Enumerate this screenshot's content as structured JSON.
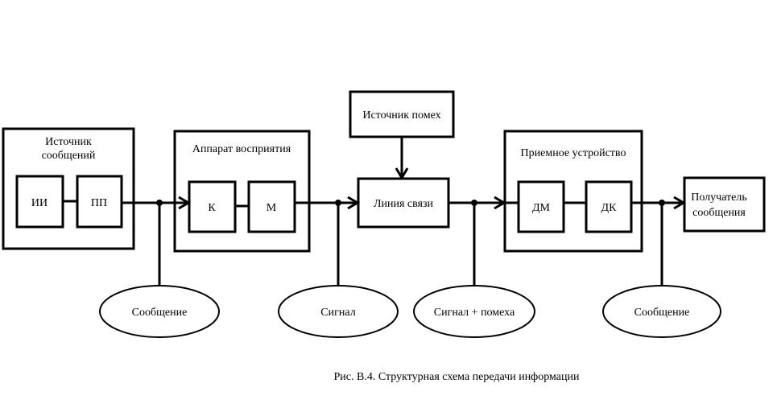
{
  "source": {
    "title_line1": "Источник",
    "title_line2": "сообщений",
    "block1": "ИИ",
    "block2": "ПП"
  },
  "perception": {
    "title": "Аппарат восприятия",
    "block1": "К",
    "block2": "М"
  },
  "noise_source": {
    "label": "Источник помех"
  },
  "channel": {
    "label": "Линия связи"
  },
  "receiver": {
    "title": "Приемное устройство",
    "block1": "ДМ",
    "block2": "ДК"
  },
  "recipient": {
    "line1": "Получатель",
    "line2": "сообщения"
  },
  "signals": [
    "Сообщение",
    "Сигнал",
    "Сигнал + помеха",
    "Сообщение"
  ],
  "caption": "Рис. В.4. Структурная схема передачи информации"
}
